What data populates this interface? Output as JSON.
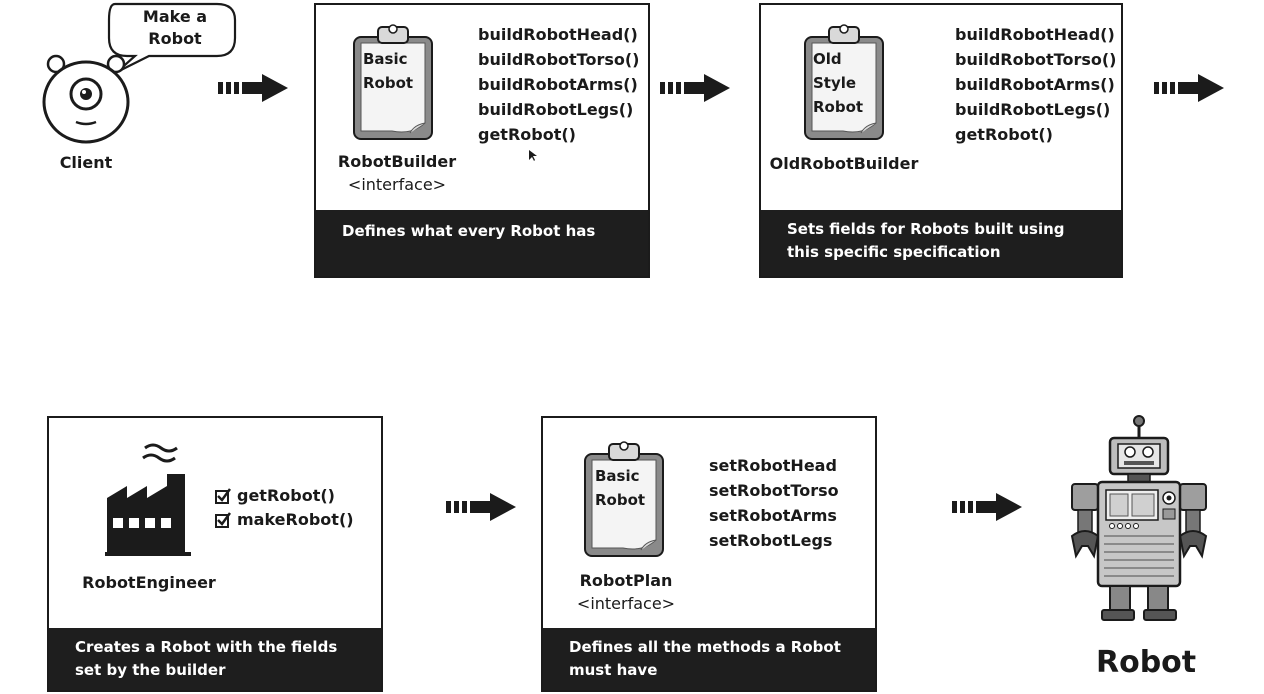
{
  "client": {
    "speech": "Make a\nRobot",
    "label": "Client",
    "icon": "one-eyed-monster-icon"
  },
  "robot_builder": {
    "clipboard_text": [
      "Basic",
      "Robot"
    ],
    "name": "RobotBuilder",
    "stereotype": "<interface>",
    "methods": [
      "buildRobotHead()",
      "buildRobotTorso()",
      "buildRobotArms()",
      "buildRobotLegs()",
      "getRobot()"
    ],
    "caption": "Defines what every Robot has"
  },
  "old_robot_builder": {
    "clipboard_text": [
      "Old",
      "Style",
      "Robot"
    ],
    "name": "OldRobotBuilder",
    "methods": [
      "buildRobotHead()",
      "buildRobotTorso()",
      "buildRobotArms()",
      "buildRobotLegs()",
      "getRobot()"
    ],
    "caption": "Sets fields for Robots built using\nthis specific specification"
  },
  "robot_engineer": {
    "name": "RobotEngineer",
    "icon": "factory-icon",
    "methods": [
      "getRobot()",
      "makeRobot()"
    ],
    "caption": "Creates a Robot with the fields\nset by the builder"
  },
  "robot_plan": {
    "clipboard_text": [
      "Basic",
      "Robot"
    ],
    "name": "RobotPlan",
    "stereotype": "<interface>",
    "methods": [
      "setRobotHead",
      "setRobotTorso",
      "setRobotArms",
      "setRobotLegs"
    ],
    "caption": "Defines all the methods a Robot\nmust have"
  },
  "robot": {
    "label": "Robot",
    "icon": "robot-icon"
  },
  "arrows": [
    "arrow-right-icon",
    "arrow-right-icon",
    "arrow-right-icon",
    "arrow-right-icon",
    "arrow-right-icon"
  ],
  "colors": {
    "dark": "#1e1e1e",
    "paper": "#f2f2f2"
  }
}
